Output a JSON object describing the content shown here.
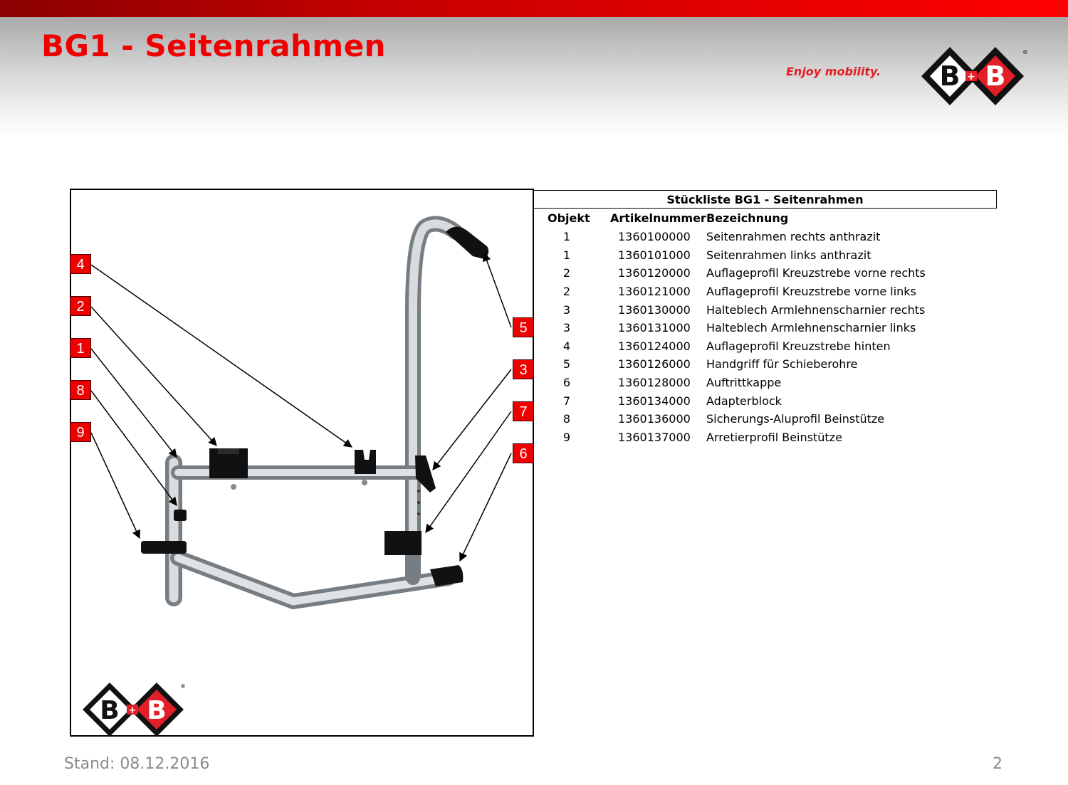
{
  "header": {
    "title": "BG1 - Seitenrahmen",
    "tagline": "Enjoy mobility.",
    "logo_left_letter": "B",
    "logo_right_letter": "B",
    "logo_plus": "+",
    "logo_registered": "®"
  },
  "callouts": {
    "c1": "1",
    "c2": "2",
    "c3": "3",
    "c4": "4",
    "c5": "5",
    "c6": "6",
    "c7": "7",
    "c8": "8",
    "c9": "9"
  },
  "table": {
    "title": "Stückliste BG1 - Seitenrahmen",
    "headers": {
      "object": "Objekt",
      "article": "Artikelnummer",
      "description": "Bezeichnung"
    },
    "rows": [
      {
        "object": "1",
        "article": "1360100000",
        "description": "Seitenrahmen rechts anthrazit"
      },
      {
        "object": "1",
        "article": "1360101000",
        "description": "Seitenrahmen links anthrazit"
      },
      {
        "object": "2",
        "article": "1360120000",
        "description": "Auflageprofil Kreuzstrebe vorne rechts"
      },
      {
        "object": "2",
        "article": "1360121000",
        "description": "Auflageprofil Kreuzstrebe vorne links"
      },
      {
        "object": "3",
        "article": "1360130000",
        "description": "Halteblech Armlehnenscharnier rechts"
      },
      {
        "object": "3",
        "article": "1360131000",
        "description": "Halteblech Armlehnenscharnier links"
      },
      {
        "object": "4",
        "article": "1360124000",
        "description": "Auflageprofil Kreuzstrebe hinten"
      },
      {
        "object": "5",
        "article": "1360126000",
        "description": "Handgriff für Schieberohre"
      },
      {
        "object": "6",
        "article": "1360128000",
        "description": "Auftrittkappe"
      },
      {
        "object": "7",
        "article": "1360134000",
        "description": "Adapterblock"
      },
      {
        "object": "8",
        "article": "1360136000",
        "description": "Sicherungs-Aluprofil Beinstütze"
      },
      {
        "object": "9",
        "article": "1360137000",
        "description": "Arretierprofil Beinstütze"
      }
    ]
  },
  "footer": {
    "date": "Stand: 08.12.2016",
    "page": "2"
  },
  "colors": {
    "brand_red": "#ee0000",
    "tube": "#c8cdd0",
    "footer_gray": "#8a8a8a"
  }
}
